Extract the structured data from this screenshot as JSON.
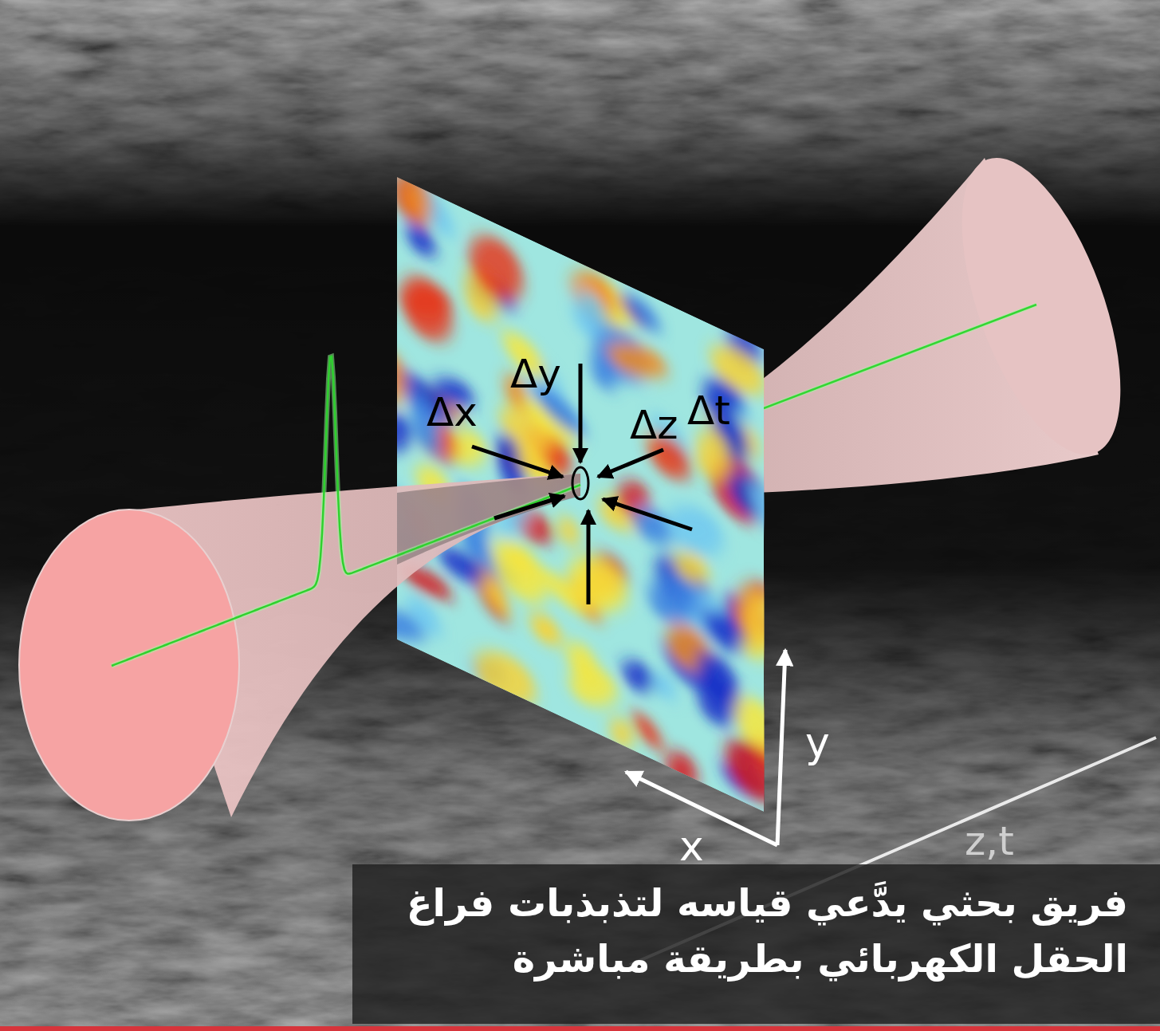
{
  "diagram": {
    "caption": "فريق بحثي يدَّعي قياسه لتذبذبات فراغ الحقل الكهربائي بطريقة مباشرة",
    "labels": [
      "Δx",
      "Δy",
      "Δz",
      "Δt",
      "y",
      "x",
      "z,t"
    ]
  }
}
